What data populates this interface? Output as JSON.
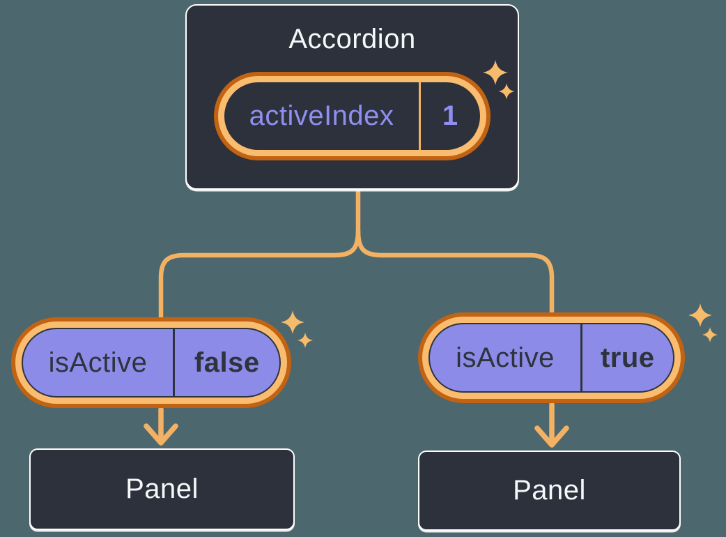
{
  "root": {
    "title": "Accordion",
    "pill": {
      "label": "activeIndex",
      "value": "1"
    }
  },
  "children": {
    "left": {
      "pill": {
        "label": "isActive",
        "value": "false"
      },
      "panel_label": "Panel"
    },
    "right": {
      "pill": {
        "label": "isActive",
        "value": "true"
      },
      "panel_label": "Panel"
    }
  },
  "icons": {
    "sparkle": "four-point-star",
    "arrow": "down-arrow"
  },
  "colors": {
    "background": "#4D676E",
    "card_fill": "#2D313C",
    "card_border": "#FFFFFF",
    "ring_outer_orange": "#C16312",
    "ring_inner_orange": "#FABD70",
    "connector_orange": "#F3B263",
    "sparkle_orange": "#F7BB6C",
    "state_text_purple": "#8F8FEF",
    "prop_fill_purple": "#8C8CE8",
    "prop_text_dark": "#2E333D",
    "label_text_white": "#F6F7F9"
  }
}
